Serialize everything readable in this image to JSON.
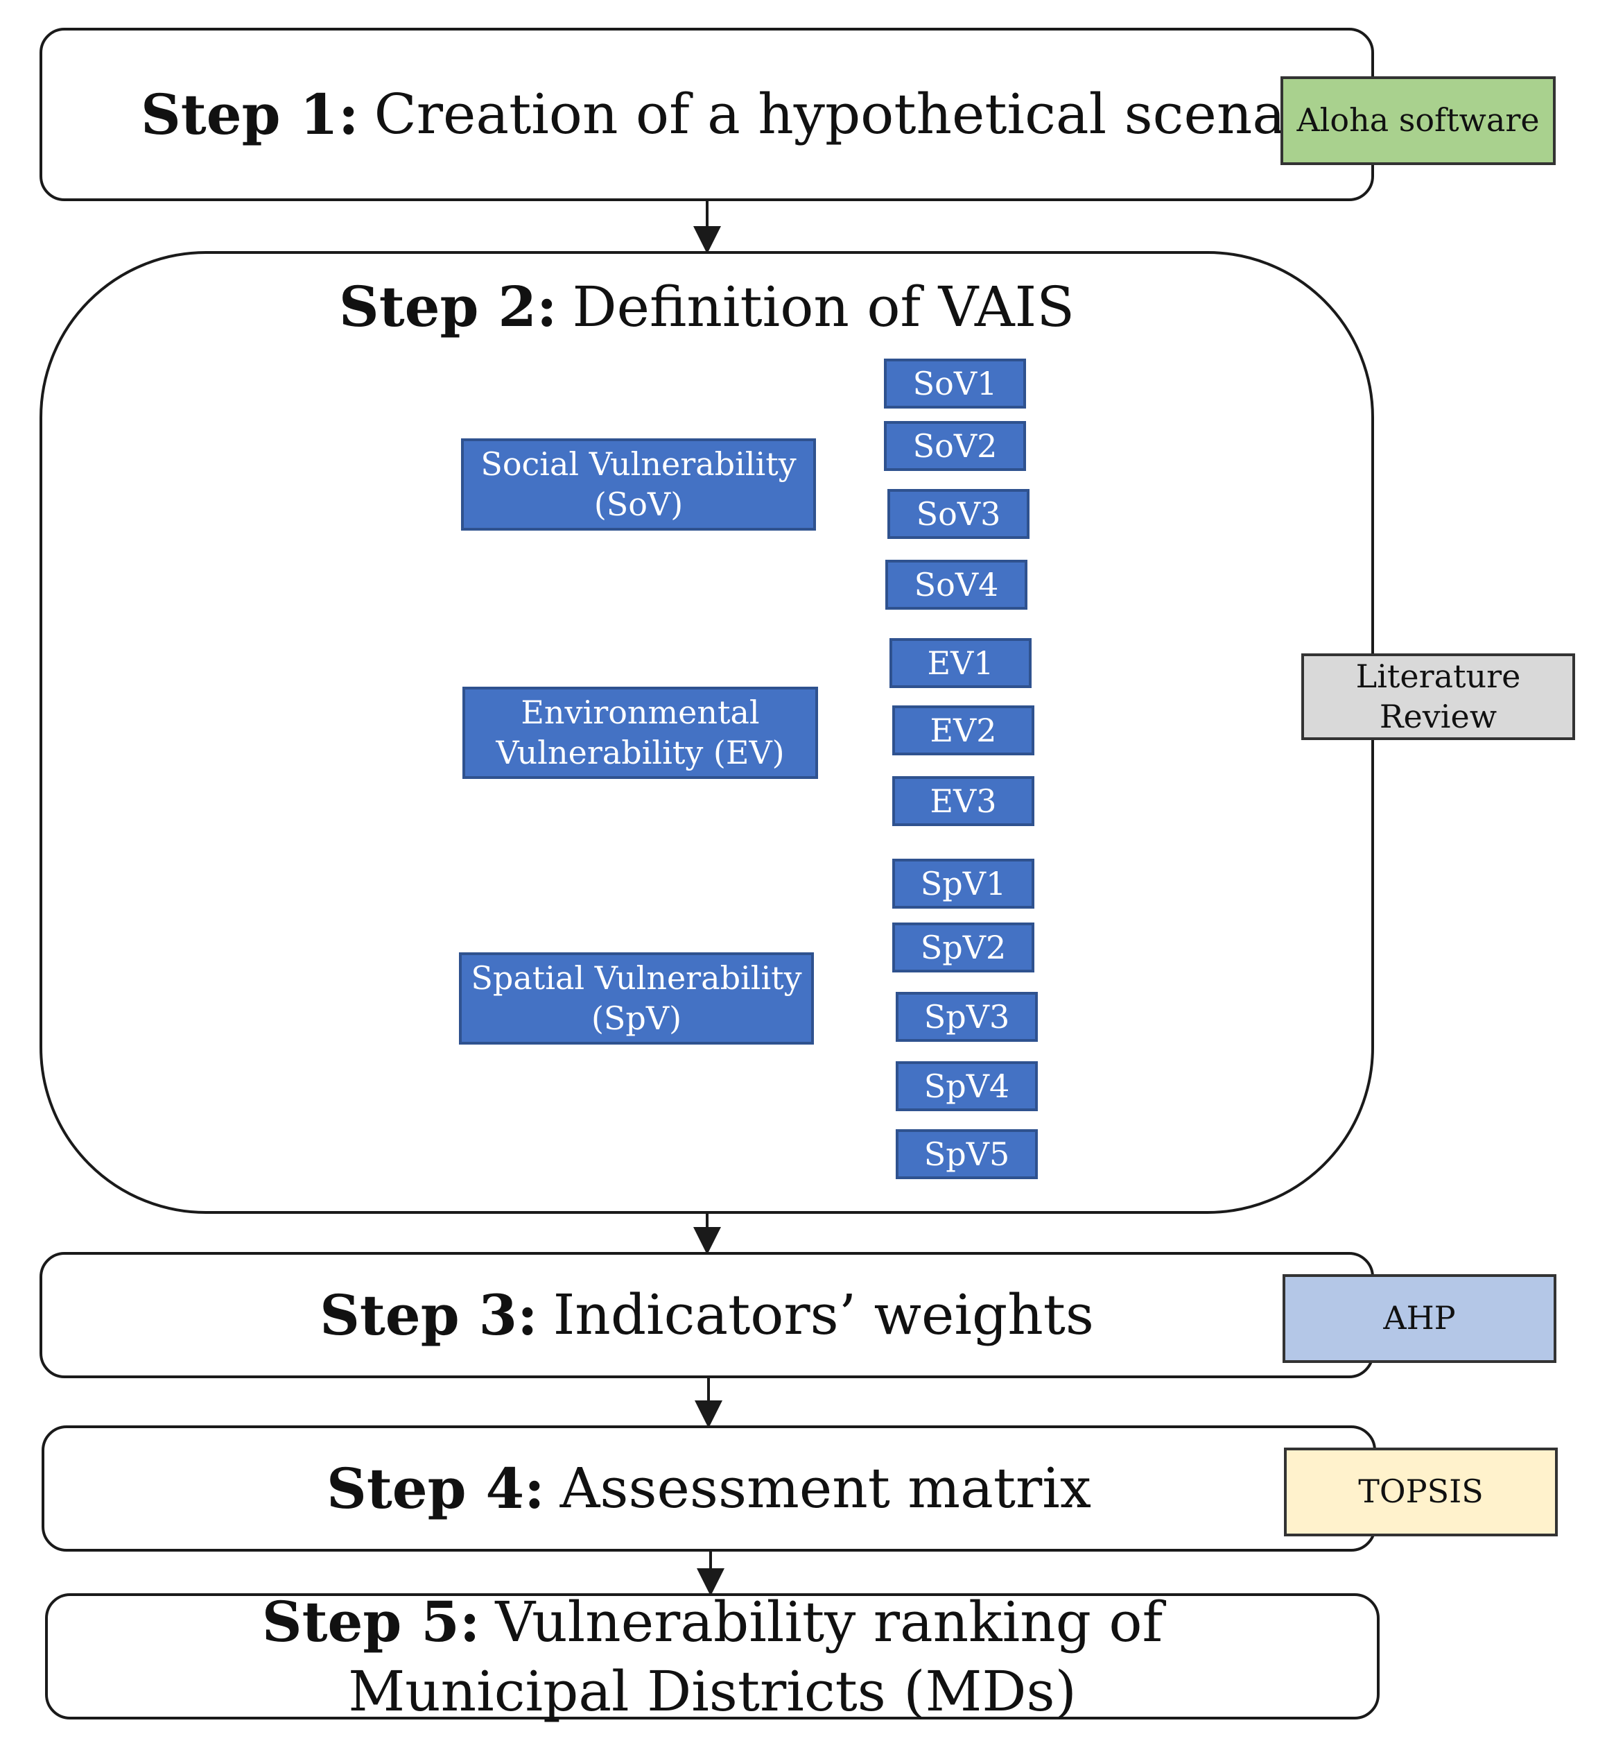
{
  "steps": [
    {
      "label": "Step 1:",
      "text": "Creation of a hypothetical scenario"
    },
    {
      "label": "Step 2:",
      "text": "Definition of VAIS"
    },
    {
      "label": "Step 3:",
      "text": "Indicators’ weights"
    },
    {
      "label": "Step 4:",
      "text": "Assessment matrix"
    },
    {
      "label": "Step 5:",
      "text": "Vulnerability ranking of Municipal Districts (MDs)"
    }
  ],
  "tools": {
    "step1": {
      "text": "Aloha software",
      "color": "#A9D18E"
    },
    "step2": {
      "text": "Literature Review",
      "color": "#D9D9D9"
    },
    "step3": {
      "text": "AHP",
      "color": "#B4C7E7"
    },
    "step4": {
      "text": "TOPSIS",
      "color": "#FFF2CC"
    }
  },
  "groups": [
    {
      "name": "Social Vulnerability (SoV)",
      "indicators": [
        "SoV1",
        "SoV2",
        "SoV3",
        "SoV4"
      ]
    },
    {
      "name": "Environmental Vulnerability (EV)",
      "indicators": [
        "EV1",
        "EV2",
        "EV3"
      ]
    },
    {
      "name": "Spatial Vulnerability (SpV)",
      "indicators": [
        "SpV1",
        "SpV2",
        "SpV3",
        "SpV4",
        "SpV5"
      ]
    }
  ],
  "colors": {
    "box_fill": "#4472C4",
    "box_border": "#2F528F",
    "line": "#4472C4",
    "outline": "#1a1a1a"
  }
}
